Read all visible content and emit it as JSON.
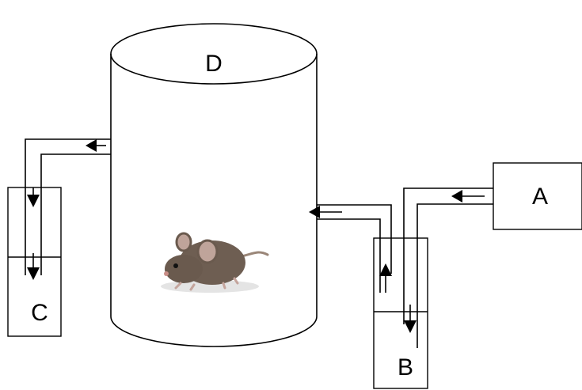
{
  "labels": {
    "a": "A",
    "b": "B",
    "c": "C",
    "d": "D"
  },
  "icons": {
    "animal": "mouse-icon"
  }
}
